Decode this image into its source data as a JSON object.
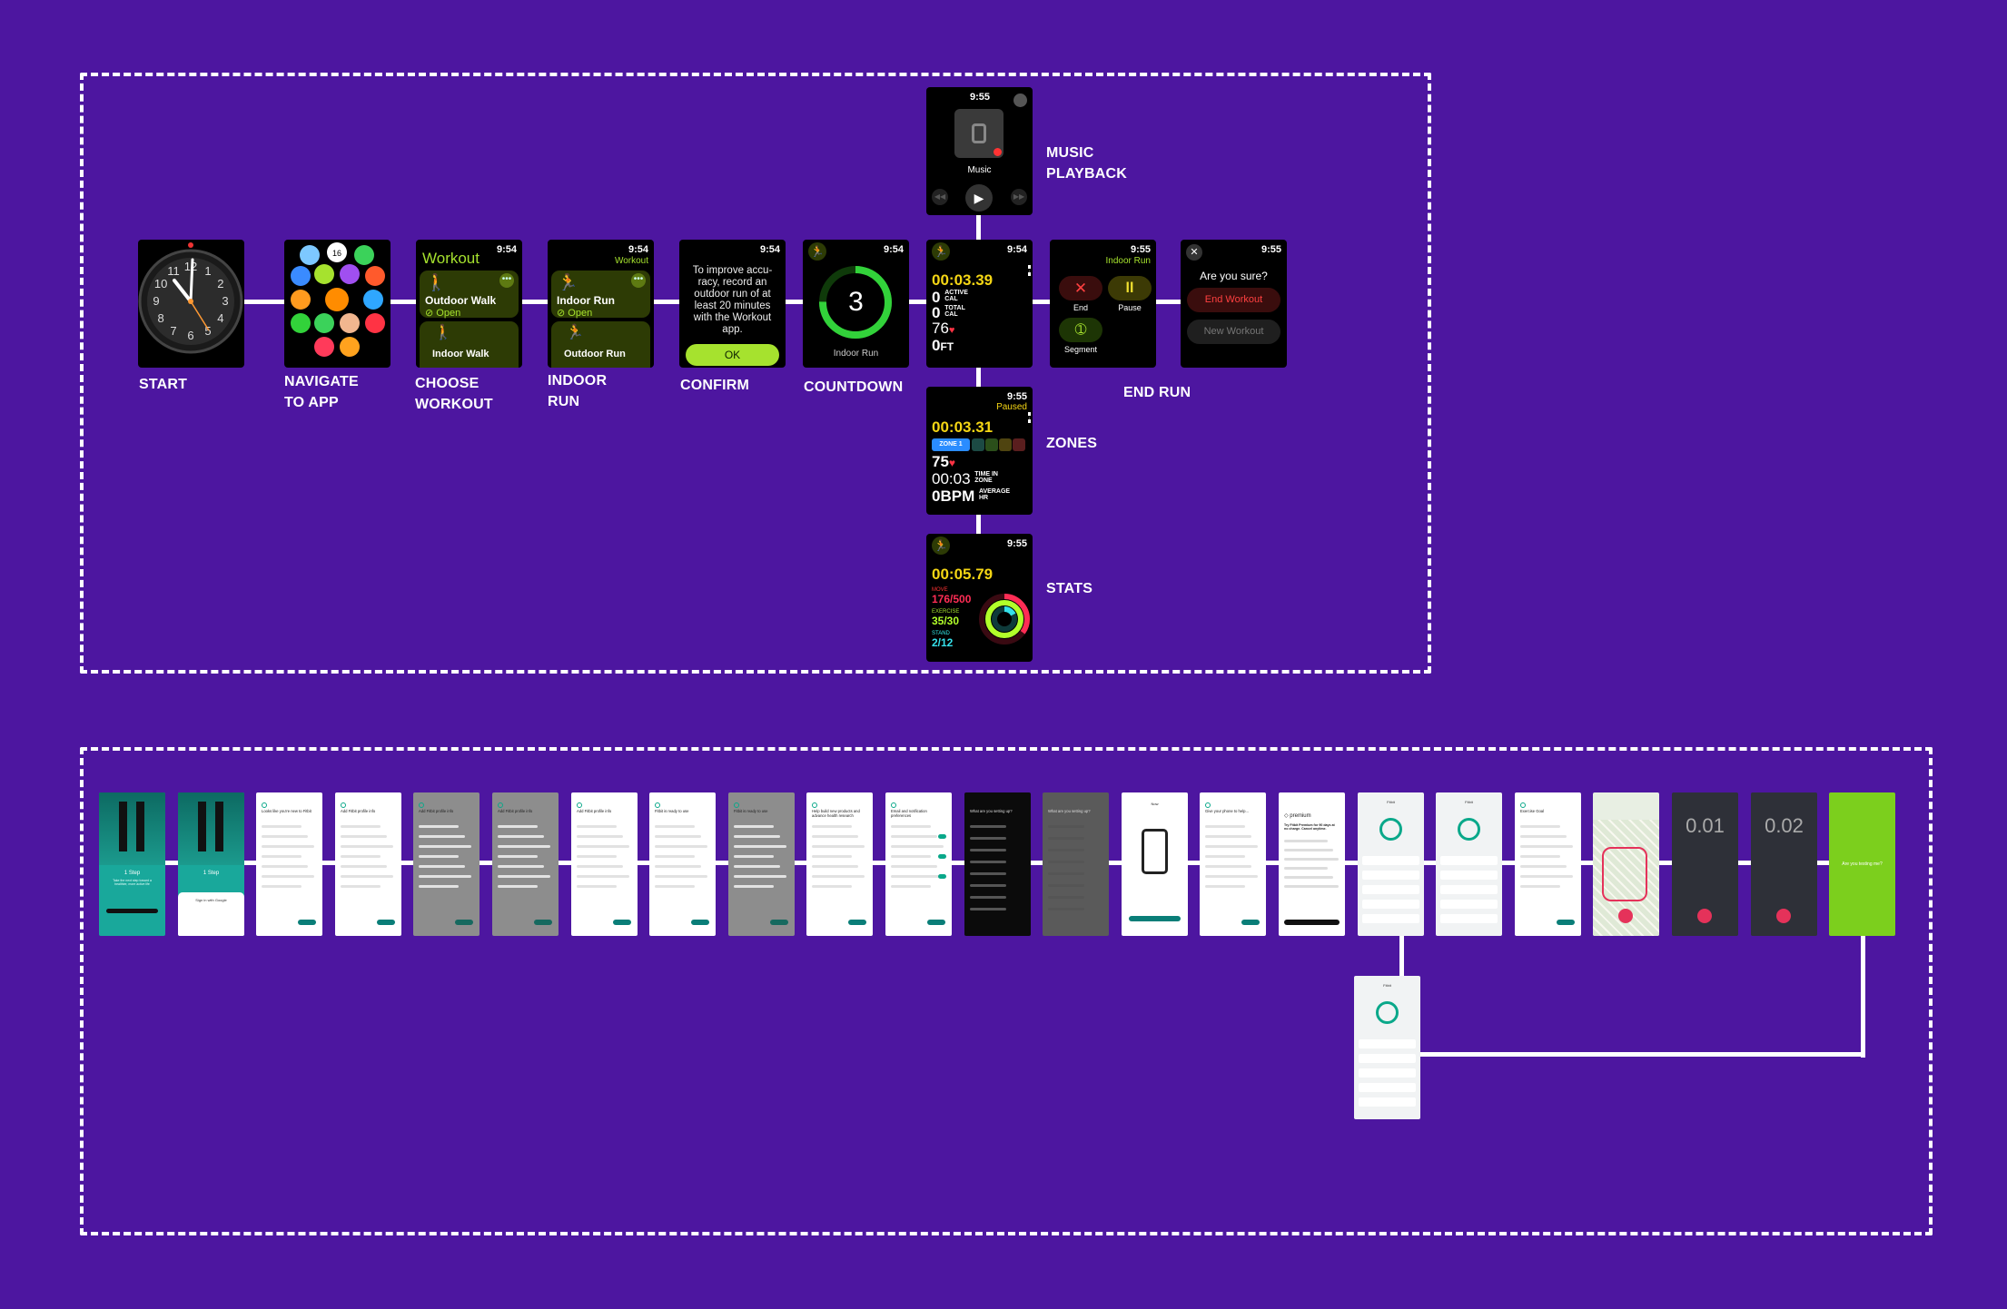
{
  "colors": {
    "background": "#4d16a0",
    "frame": "#ffffff",
    "green": "#a6e22e",
    "teal": "#19a89b",
    "red": "#e5323a"
  },
  "watch_flow": {
    "labels": {
      "start": [
        "START"
      ],
      "navigate": [
        "NAVIGATE",
        "TO APP"
      ],
      "choose": [
        "CHOOSE",
        "WORKOUT"
      ],
      "indoor": [
        "INDOOR",
        "RUN"
      ],
      "confirm": [
        "CONFIRM"
      ],
      "countdown": [
        "COUNTDOWN"
      ],
      "end": [
        "END RUN"
      ],
      "music": [
        "MUSIC",
        "PLAYBACK"
      ],
      "zones": [
        "ZONES"
      ],
      "stats": [
        "STATS"
      ]
    },
    "screens": {
      "clock": {
        "numbers": [
          "12",
          "1",
          "2",
          "3",
          "4",
          "5",
          "6",
          "7",
          "8",
          "9",
          "10",
          "11"
        ],
        "top": "49"
      },
      "apps": {
        "icon_names": [
          "weather-icon",
          "calendar-icon",
          "phone-icon",
          "app-store-icon",
          "workout-icon",
          "podcasts-icon",
          "fitness-icon",
          "stopwatch-icon",
          "timer-icon",
          "wallet-icon",
          "activity-icon",
          "messages-icon",
          "memoji-icon",
          "heart-icon",
          "music-icon",
          "home-icon"
        ],
        "calendar_day": "16"
      },
      "choose": {
        "time": "9:54",
        "title": "Workout",
        "card1_title": "Outdoor Walk",
        "card1_status": "Open",
        "card2_title": "Indoor Walk"
      },
      "indoor": {
        "time": "9:54",
        "app": "Workout",
        "card1_title": "Indoor Run",
        "card1_status": "Open",
        "card2_title": "Outdoor Run"
      },
      "confirm": {
        "time": "9:54",
        "message": "To improve accu-racy, record an outdoor run of at least 20 minutes with the Workout app.",
        "button": "OK"
      },
      "countdown": {
        "time": "9:54",
        "number": "3",
        "caption": "Indoor Run"
      },
      "running": {
        "time": "9:54",
        "timer": "00:03.39",
        "rows": [
          {
            "value": "0",
            "unit": "ACTIVE CAL"
          },
          {
            "value": "0",
            "unit": "TOTAL CAL"
          },
          {
            "value": "76",
            "unit": "♥"
          },
          {
            "value": "0",
            "unit": "FT"
          }
        ]
      },
      "end": {
        "time": "9:55",
        "title": "Indoor Run",
        "end_label": "End",
        "pause_label": "Pause",
        "segment_label": "Segment"
      },
      "sure": {
        "time": "9:55",
        "question": "Are you sure?",
        "end_button": "End Workout",
        "new_button": "New Workout"
      },
      "music": {
        "time": "9:55",
        "title": "Music"
      },
      "zones": {
        "time": "9:55",
        "status": "Paused",
        "timer": "00:03.31",
        "zone": "ZONE 1",
        "hr": "75",
        "time_in_zone": "00:03",
        "time_in_zone_label": "TIME IN ZONE",
        "avg": "0BPM",
        "avg_label": "AVERAGE HR"
      },
      "stats": {
        "time": "9:55",
        "timer": "00:05.79",
        "move_label": "MOVE",
        "move": "176/500",
        "exercise_label": "EXERCISE",
        "exercise": "35/30",
        "stand_label": "STAND",
        "stand": "2/12"
      }
    }
  },
  "phone_flow": {
    "screens": [
      {
        "type": "teal-hero",
        "title": "1 Step",
        "sub": "Take the next step toward a healthier, more active life"
      },
      {
        "type": "teal-hero-sheet",
        "title": "1 Step",
        "sheet": "Sign in with Google"
      },
      {
        "type": "form",
        "title": "Looks like you're new to Fitbit"
      },
      {
        "type": "form",
        "title": "Add Fitbit profile info"
      },
      {
        "type": "form-dim",
        "title": "Add Fitbit profile info"
      },
      {
        "type": "form-dim",
        "title": "Add Fitbit profile info"
      },
      {
        "type": "form",
        "title": "Add Fitbit profile info"
      },
      {
        "type": "form",
        "title": "Fitbit is ready to use"
      },
      {
        "type": "form-dim",
        "title": "Fitbit is ready to use"
      },
      {
        "type": "form",
        "title": "Help build new products and advance health research"
      },
      {
        "type": "toggles",
        "title": "Email and notification preferences"
      },
      {
        "type": "dark-list",
        "title": "What are you setting up?"
      },
      {
        "type": "dark-list-dim",
        "title": "What are you setting up?"
      },
      {
        "type": "device",
        "title": "Now"
      },
      {
        "type": "text",
        "title": "Give your phone to help..."
      },
      {
        "type": "premium",
        "title": "premium",
        "sub": "Try Fitbit Premium for 90 days at no charge. Cancel anytime."
      },
      {
        "type": "dashboard",
        "title": "Fitbit"
      },
      {
        "type": "dashboard",
        "title": "Fitbit"
      },
      {
        "type": "blank",
        "title": "Exercise Goal"
      },
      {
        "type": "map",
        "title": "Map"
      },
      {
        "type": "dark-timer",
        "timer": "0.01"
      },
      {
        "type": "dark-timer",
        "timer": "0.02"
      },
      {
        "type": "green",
        "text": "Are you testing me?"
      }
    ],
    "below": {
      "type": "dashboard",
      "title": "Fitbit"
    }
  }
}
